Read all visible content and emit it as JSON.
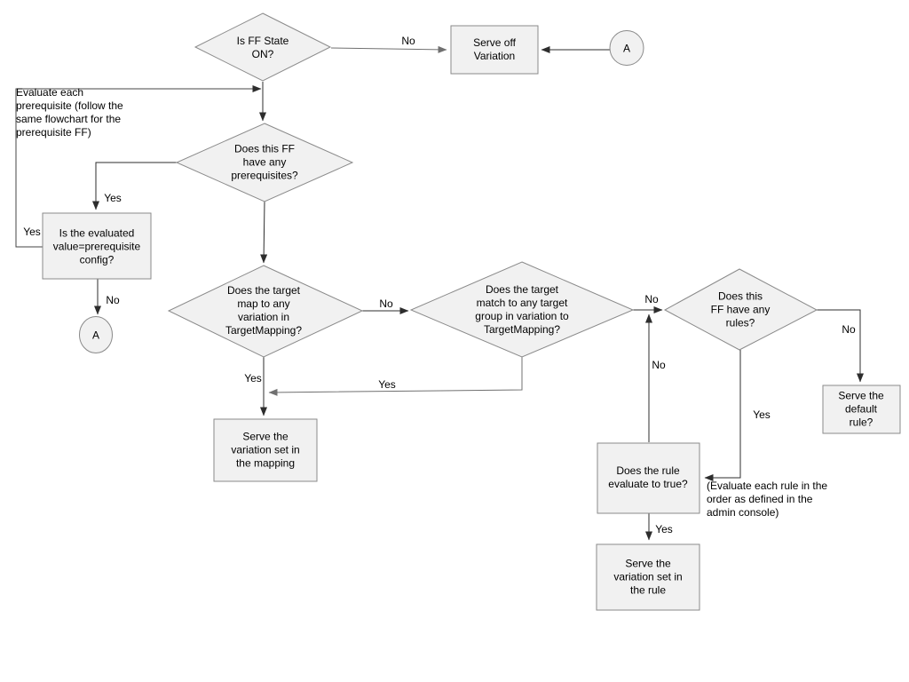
{
  "diagram": {
    "background_color": "#ffffff",
    "colors": {
      "shape_fill": "#f1f1f1",
      "shape_stroke": "#8a8a8a",
      "line_dark": "#2d2d2d",
      "line_gray": "#707070",
      "text": "#000000"
    },
    "nodes": {
      "d1": {
        "type": "decision",
        "label": "Is FF State\nON?"
      },
      "r1": {
        "type": "process",
        "label": "Serve off\nVariation"
      },
      "a1": {
        "type": "connector",
        "label": "A"
      },
      "d2": {
        "type": "decision",
        "label": "Does this FF\nhave any\nprerequisites?"
      },
      "r2": {
        "type": "process",
        "label": "Is the evaluated\nvalue=prerequisite\nconfig?"
      },
      "a2": {
        "type": "connector",
        "label": "A"
      },
      "d3": {
        "type": "decision",
        "label": "Does the target\nmap to any\nvariation in\nTargetMapping?"
      },
      "d4": {
        "type": "decision",
        "label": "Does the target\nmatch to any target\ngroup in variation to\nTargetMapping?"
      },
      "d5": {
        "type": "decision",
        "label": "Does this\nFF have any\nrules?"
      },
      "r3": {
        "type": "process",
        "label": "Serve the\nvariation set in\nthe mapping"
      },
      "r4": {
        "type": "process",
        "label": "Serve the\ndefault rule?"
      },
      "r5": {
        "type": "process",
        "label": "Does the rule\nevaluate to true?"
      },
      "r6": {
        "type": "process",
        "label": "Serve the\nvariation set in\nthe rule"
      }
    },
    "annotations": {
      "prerequisite_note": "Evaluate each\nprerequisite (follow the\nsame flowchart for the\nprerequisite FF)",
      "rule_order_note": "(Evaluate each rule in the\norder as defined in the\nadmin console)"
    },
    "edge_labels": {
      "ff_state_no": "No",
      "prereq_loop_yes": "Yes",
      "prereq_yes": "Yes",
      "prereq_config_no": "No",
      "target_map_no": "No",
      "target_map_yes": "Yes",
      "target_group_yes": "Yes",
      "target_group_no": "No",
      "rule_eval_no": "No",
      "rules_no": "No",
      "rules_yes": "Yes",
      "rule_eval_yes": "Yes"
    }
  }
}
